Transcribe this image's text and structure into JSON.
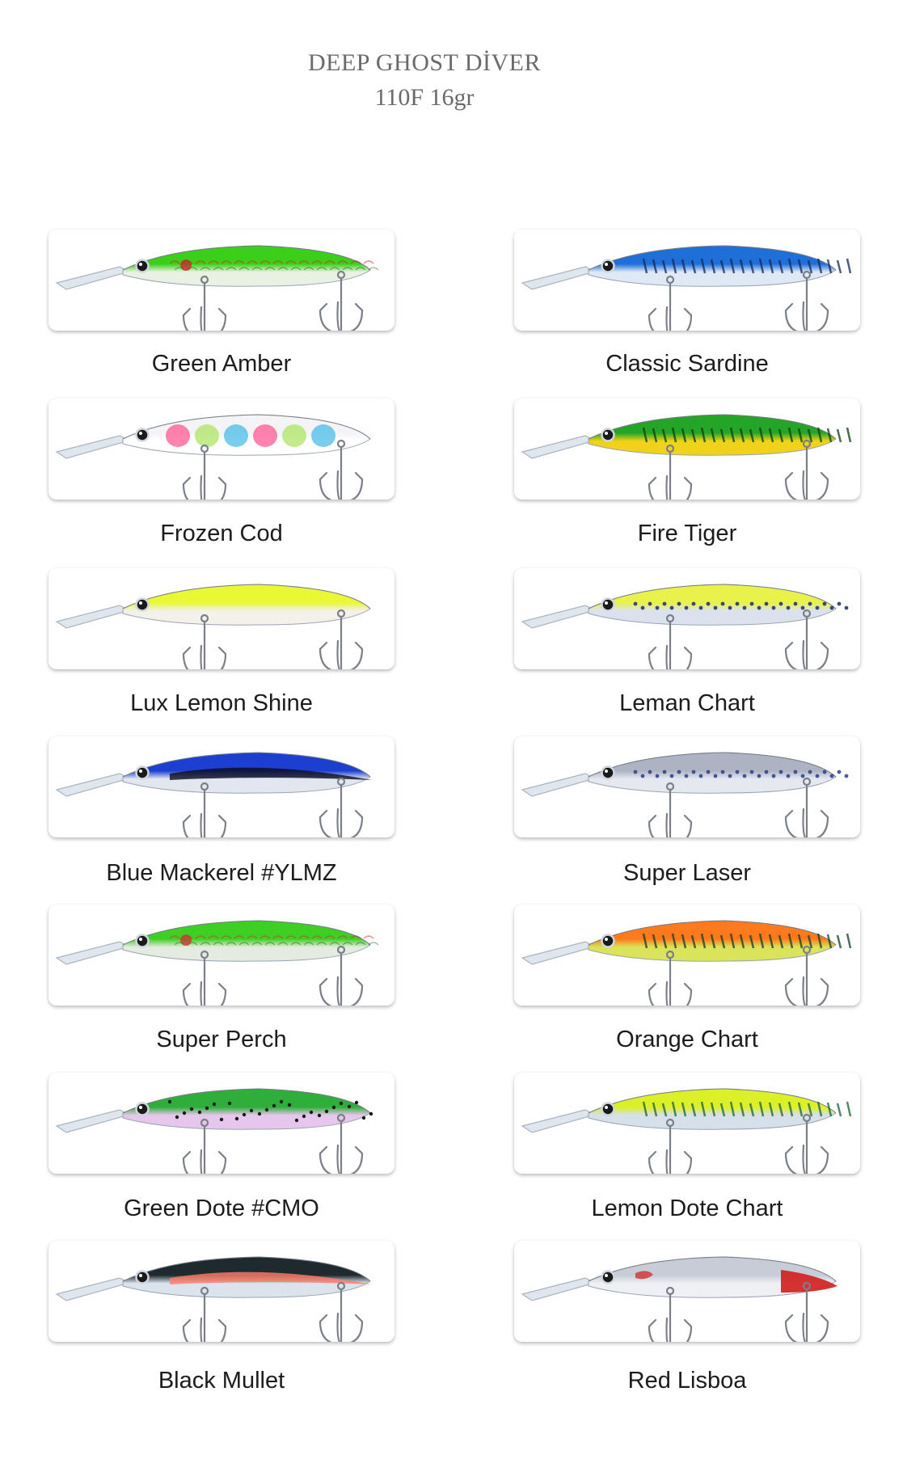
{
  "header": {
    "title": "DEEP GHOST DİVER",
    "subtitle": "110F 16gr"
  },
  "products": [
    {
      "name": "Green Amber",
      "back": "#3ccf1a",
      "belly": "#e9f2e2",
      "accent": "#c42a2a",
      "pattern": "scales"
    },
    {
      "name": "Classic Sardine",
      "back": "#1e6fd8",
      "belly": "#dfe9f5",
      "accent": "#14265a",
      "pattern": "stripes"
    },
    {
      "name": "Frozen Cod",
      "back": "#f4f4f6",
      "belly": "#ffffff",
      "accent": "#ff4f8a",
      "pattern": "bands"
    },
    {
      "name": "Fire Tiger",
      "back": "#25a528",
      "belly": "#f0d21a",
      "accent": "#0d3d0f",
      "pattern": "stripes"
    },
    {
      "name": "Lux Lemon Shine",
      "back": "#e9f734",
      "belly": "#f3f1ea",
      "accent": "#ff7a2e",
      "pattern": "plain"
    },
    {
      "name": "Leman Chart",
      "back": "#e9f24a",
      "belly": "#dbe2ee",
      "accent": "#1a2d6a",
      "pattern": "dots"
    },
    {
      "name": "Blue Mackerel #YLMZ",
      "back": "#1d3fd1",
      "belly": "#e2e7ef",
      "accent": "#0d0d1f",
      "pattern": "dark"
    },
    {
      "name": "Super Laser",
      "back": "#aeb3c4",
      "belly": "#e5e8ef",
      "accent": "#2c3f8a",
      "pattern": "dots"
    },
    {
      "name": "Super Perch",
      "back": "#3ecf24",
      "belly": "#e4ebe0",
      "accent": "#c73a33",
      "pattern": "scales"
    },
    {
      "name": "Orange Chart",
      "back": "#ff7a1c",
      "belly": "#d9e45a",
      "accent": "#123e24",
      "pattern": "stripes"
    },
    {
      "name": "Green Dote #CMO",
      "back": "#2fae3c",
      "belly": "#e6c6ec",
      "accent": "#1b1b1b",
      "pattern": "specks"
    },
    {
      "name": "Lemon Dote Chart",
      "back": "#dcf028",
      "belly": "#d6e0ea",
      "accent": "#1a5f3a",
      "pattern": "stripes"
    },
    {
      "name": "Black Mullet",
      "back": "#1f2a2e",
      "belly": "#dbe3ec",
      "accent": "#ff7d6a",
      "pattern": "dark"
    },
    {
      "name": "Red Lisboa",
      "back": "#c7ccd6",
      "belly": "#eef0f4",
      "accent": "#d11d1d",
      "pattern": "redtail"
    }
  ]
}
